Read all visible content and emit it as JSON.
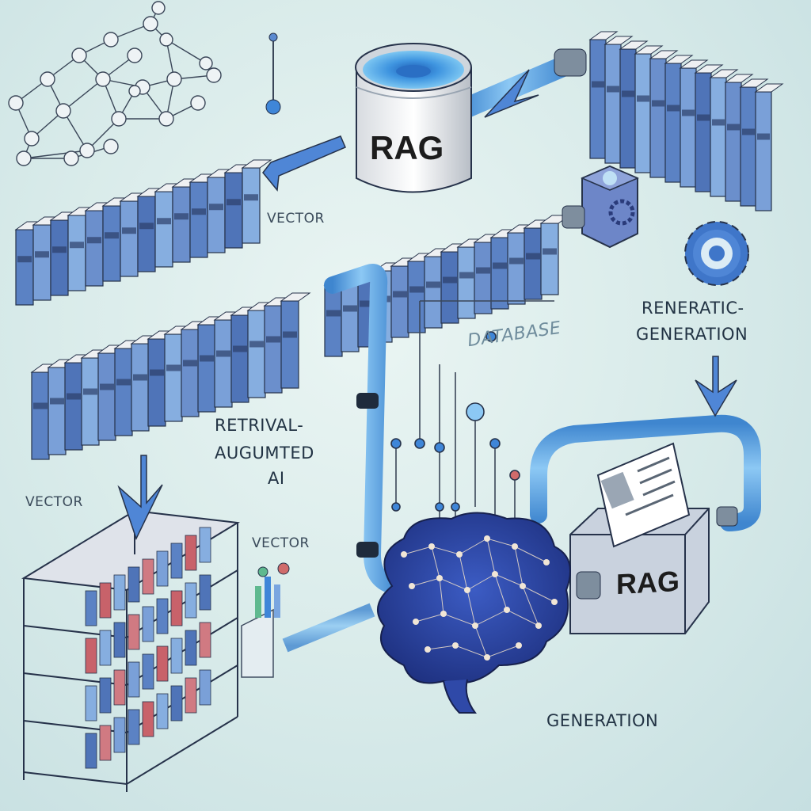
{
  "labels": {
    "rag_top": "RAG",
    "rag_bottom": "RAG",
    "vector_top": "VECTOR",
    "vector_left": "VECTOR",
    "vector_mid": "VECTOR",
    "database": "DATABASE",
    "retrieval_line1": "RETRIVAL-",
    "retrieval_line2": "AUGUMTED",
    "retrieval_line3": "AI",
    "renerative_line1": "RENERATIC-",
    "renerative_line2": "GENERATION",
    "generation": "GENERATION"
  },
  "colors": {
    "background": "#d9ecec",
    "pipe": "#5aa0e0",
    "book_blue": "#5b82c4",
    "brain": "#2f49a8",
    "outline": "#26324a"
  },
  "icons": [
    "network-graph-icon",
    "database-cylinder-icon",
    "gear-icon",
    "brain-icon",
    "bookshelf-icon",
    "document-icon",
    "arrow-icon"
  ]
}
